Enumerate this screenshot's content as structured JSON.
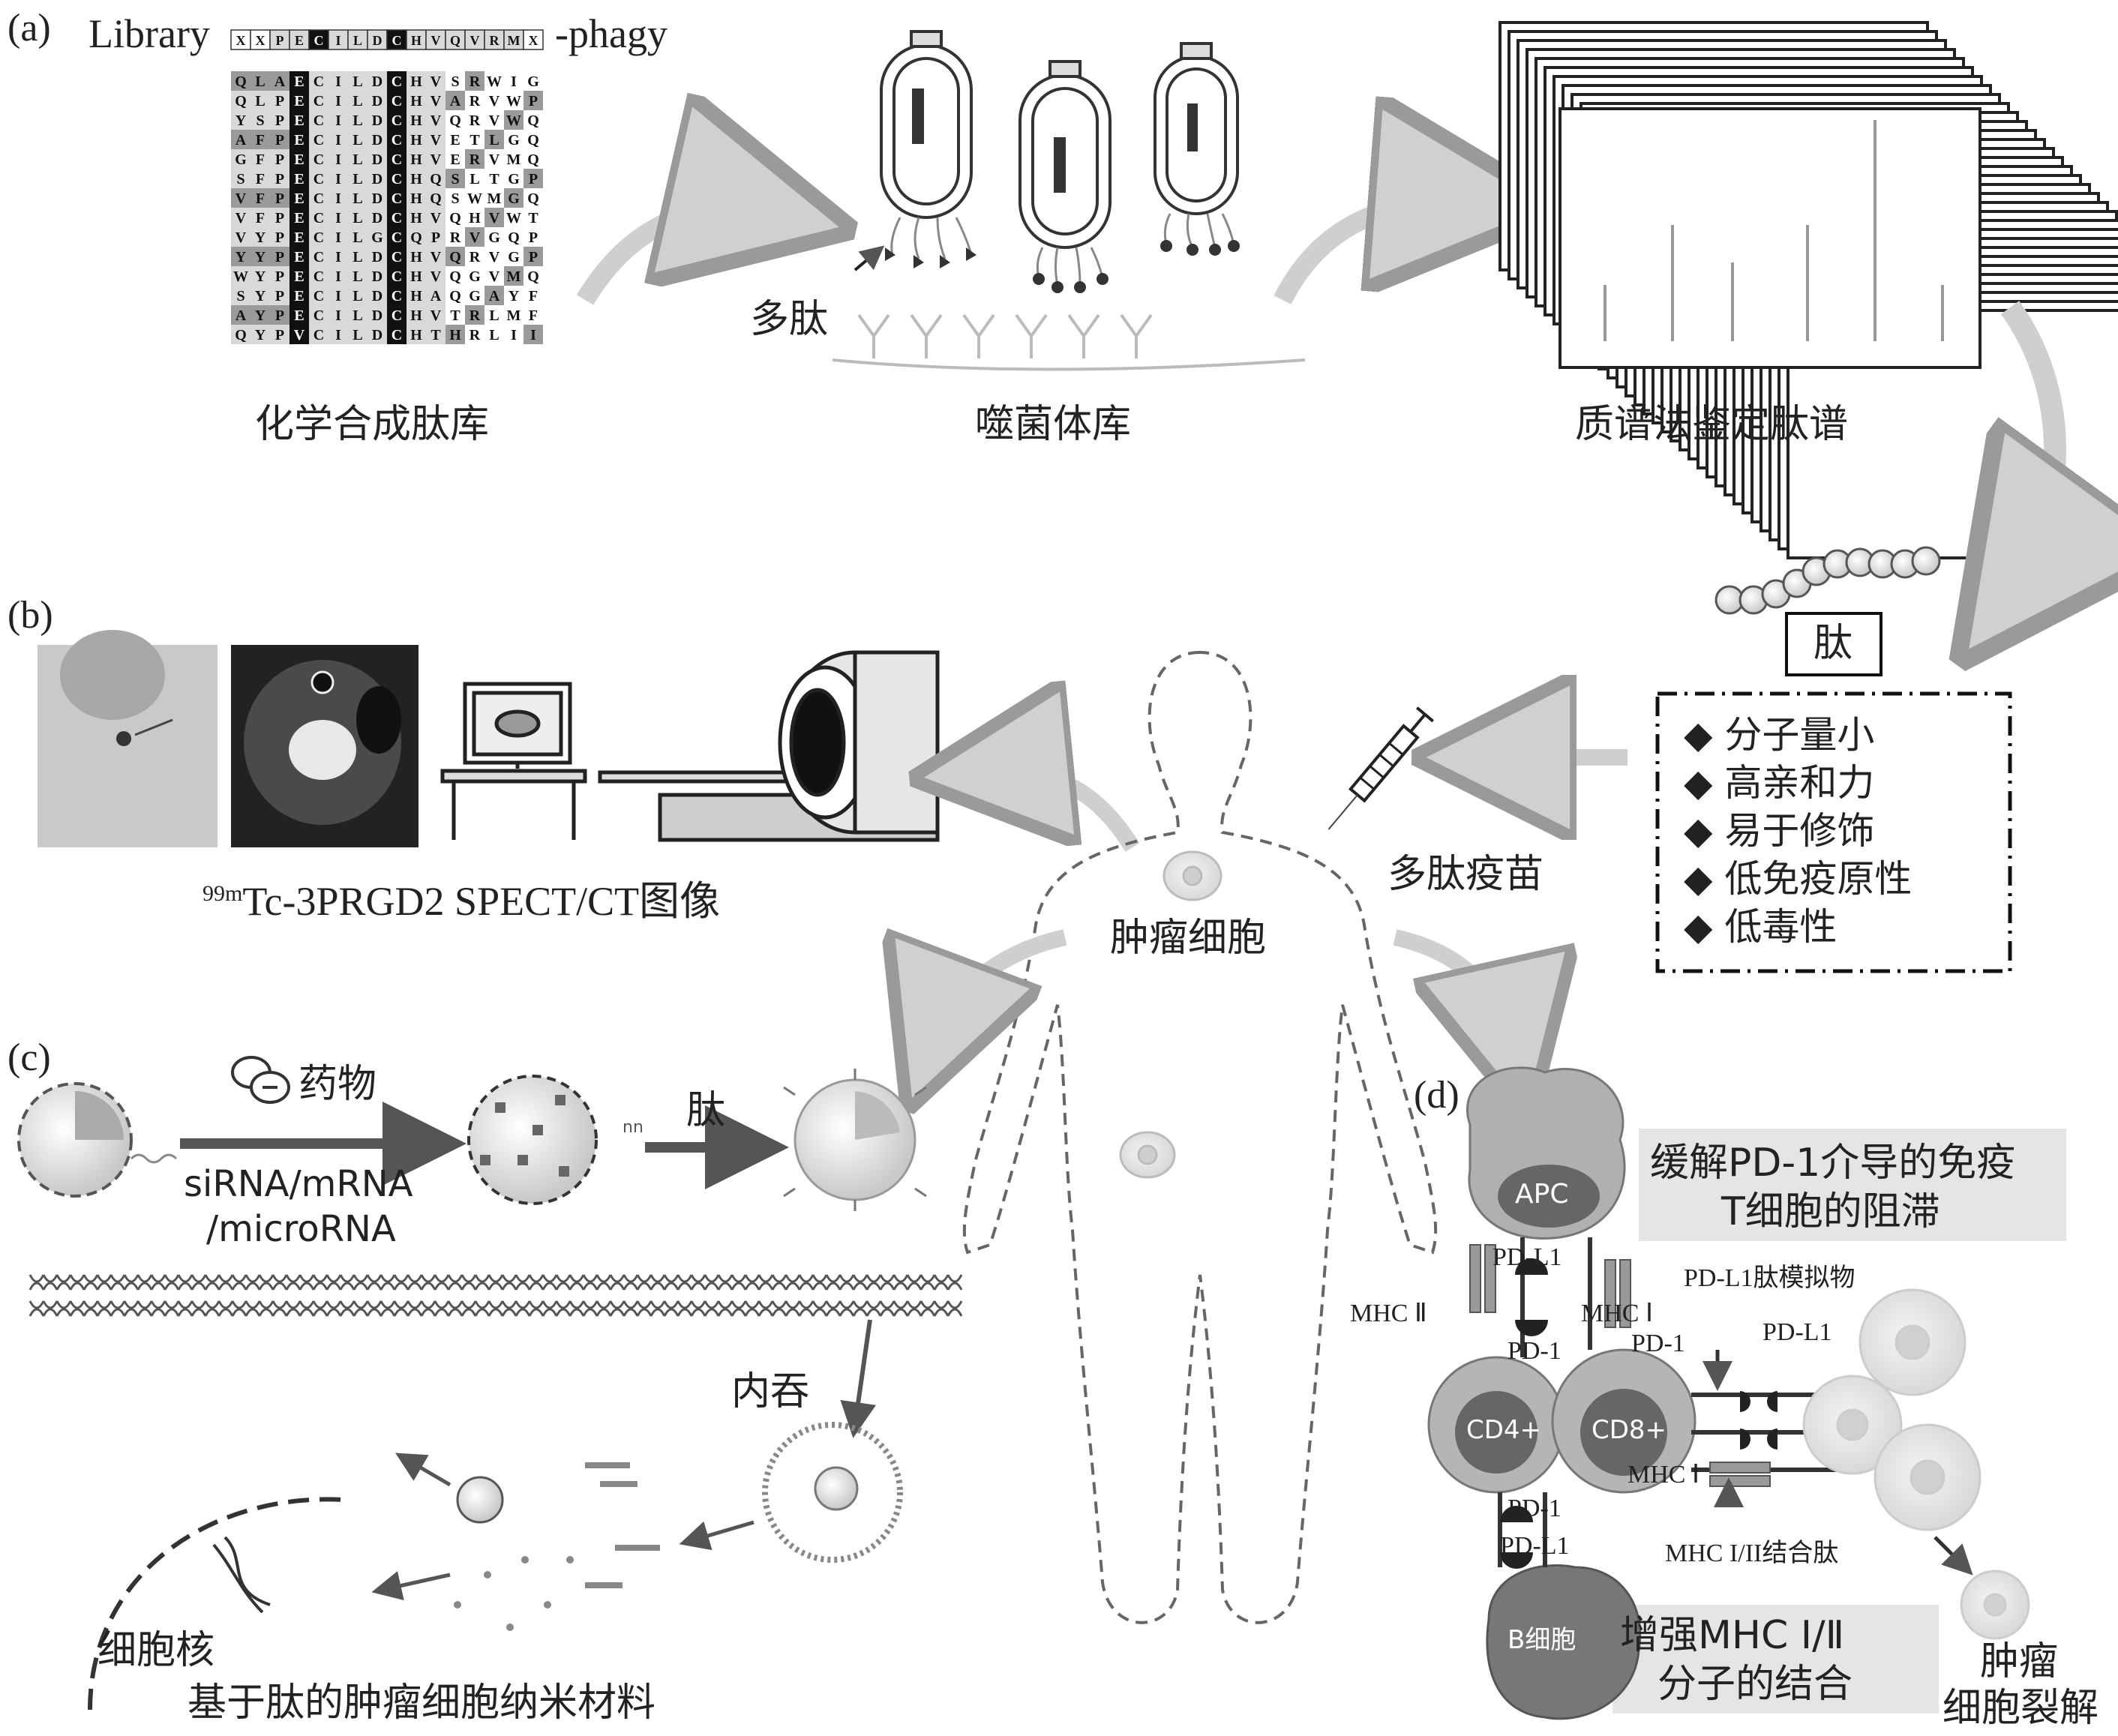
{
  "panel_labels": {
    "a": "(a)",
    "b": "(b)",
    "c": "(c)",
    "d": "(d)"
  },
  "library": {
    "prefix": "Library",
    "suffix": "-phagy",
    "header_seq": [
      "X",
      "X",
      "P",
      "E",
      "C",
      "I",
      "L",
      "D",
      "C",
      "H",
      "V",
      "Q",
      "V",
      "R",
      "M",
      "X"
    ],
    "grid_rows": [
      "QLAECILDCHVSRWIG",
      "QLPECILDCHVARVWP",
      "YSPECILDCHVQRVWQ",
      "AFPECILDCHVETLGQ",
      "GFPECILDCHVERVMQ",
      "SFPECILDCHQSLTGP",
      "VFPECILDCHQSWMGQ",
      "VFPECILDCHVQHVWT",
      "VYPECILGCQPRVGQP",
      "YYPECILDCHVQRVGP",
      "WYPECILDCHVQGVMQ",
      "SYPECILDCHAQGAYF",
      "AYPECILDCHVTRLMF",
      "QYPVCILDCHTHRLII"
    ]
  },
  "captions": {
    "chem_library": "化学合成肽库",
    "phage_library": "噬菌体库",
    "mass_spec": "质谱法鉴定肽谱",
    "polypeptide": "多肽",
    "peptide_box": "肽",
    "spect_ct": "Tc-3PRGD2 SPECT/CT图像",
    "spect_ct_sup": "99m",
    "vaccine": "多肽疫苗",
    "tumor_cell": "肿瘤细胞",
    "drug": "药物",
    "sirna": "siRNA/mRNA",
    "microrna": "/microRNA",
    "peptide_c": "肽",
    "endocytosis": "内吞",
    "nucleus": "细胞核",
    "nano_material": "基于肽的肿瘤细胞纳米材料"
  },
  "properties": [
    "分子量小",
    "高亲和力",
    "易于修饰",
    "低免疫原性",
    "低毒性"
  ],
  "panel_d": {
    "relieve_line1": "缓解PD-1介导的免疫",
    "relieve_line2": "T细胞的阻滞",
    "apc": "APC",
    "pdl1_top": "PD-L1",
    "mhc2": "MHC Ⅱ",
    "mhc1_top": "MHC Ⅰ",
    "pd1_left": "PD-1",
    "pdl1_mimic": "PD-L1肽模拟物",
    "pd1_right": "PD-1",
    "pdl1_right": "PD-L1",
    "cd4": "CD4+",
    "cd8": "CD8+",
    "mhc1_bottom": "MHC Ⅰ",
    "pd1_bottom": "PD-1",
    "pdl1_bottom": "PD-L1",
    "mhc_binding": "MHC I/II结合肽",
    "bcell": "B细胞",
    "enhance_line1": "增强MHC Ⅰ/Ⅱ",
    "enhance_line2": "分子的结合",
    "lysis_line1": "肿瘤",
    "lysis_line2": "细胞裂解"
  },
  "colors": {
    "arrow": "#d9d9d9",
    "cell_dark": "#6f6f6f",
    "cell_light": "#b5b5b5",
    "highlight_box": "#e5e5e5",
    "grid_dark": "#111111",
    "grid_mid": "#9a9a9a",
    "grid_light": "#d9d9d9"
  }
}
